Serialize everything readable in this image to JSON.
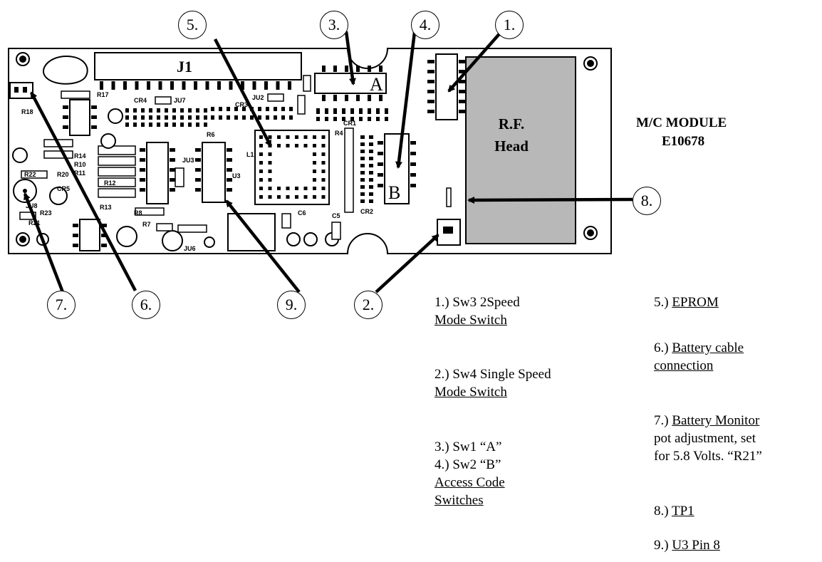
{
  "board": {
    "connector_label": "J1",
    "rf_head_line1": "R.F.",
    "rf_head_line2": "Head",
    "switch_a_letter": "A",
    "switch_b_letter": "B",
    "silk_labels": [
      "R17",
      "CR4",
      "JU7",
      "JU2",
      "CR3",
      "R18",
      "R14",
      "R10",
      "R11",
      "R12",
      "R13",
      "R22",
      "R20",
      "R23",
      "R21",
      "JU8",
      "CR5",
      "R8",
      "R7",
      "JU6",
      "R6",
      "R4",
      "CR1",
      "CR2",
      "C6",
      "C5",
      "L1",
      "U3",
      "JU3"
    ]
  },
  "module": {
    "title_line1": "M/C MODULE",
    "title_line2": "E10678"
  },
  "callouts": [
    "5.",
    "3.",
    "4.",
    "1.",
    "8.",
    "7.",
    "6.",
    "9.",
    "2."
  ],
  "legend": {
    "item1_line1": "1.) Sw3 2Speed",
    "item1_line2": "Mode Switch",
    "item2_line1": "2.) Sw4 Single Speed",
    "item2_line2": "Mode Switch",
    "item3_line1": "3.) Sw1 “A”",
    "item4_line1": "4.) Sw2 “B”",
    "item34_line2": "Access Code",
    "item34_line3": "Switches",
    "item5_prefix": "5.) ",
    "item5_text": "EPROM",
    "item6_prefix": "6.) ",
    "item6_text": "Battery cable",
    "item6_line2": "connection",
    "item7_prefix": "7.) ",
    "item7_text": "Battery Monitor",
    "item7_line2": "pot adjustment, set",
    "item7_line3": "for 5.8 Volts.  “R21”",
    "item8_prefix": "8.) ",
    "item8_text": "TP1",
    "item9_prefix": "9.) ",
    "item9_text": "U3 Pin 8"
  },
  "colors": {
    "rf_head_fill": "#b8b8b8",
    "ink": "#000000"
  }
}
